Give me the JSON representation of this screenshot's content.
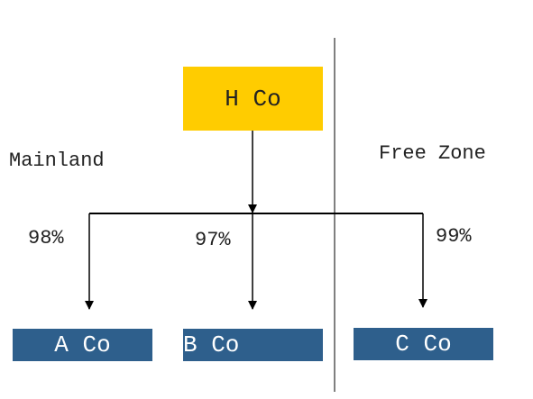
{
  "colors": {
    "holding_fill": "#ffcc00",
    "subsidiary_fill": "#2e5f8c",
    "subsidiary_text": "#ffffff",
    "text": "#222222",
    "line": "#000000"
  },
  "regions": {
    "left": "Mainland",
    "right": "Free Zone"
  },
  "holding": {
    "label": "H Co"
  },
  "subsidiaries": [
    {
      "label": "A Co",
      "ownership": "98%"
    },
    {
      "label": "B Co",
      "ownership": "97%"
    },
    {
      "label": "C Co",
      "ownership": "99%"
    }
  ]
}
